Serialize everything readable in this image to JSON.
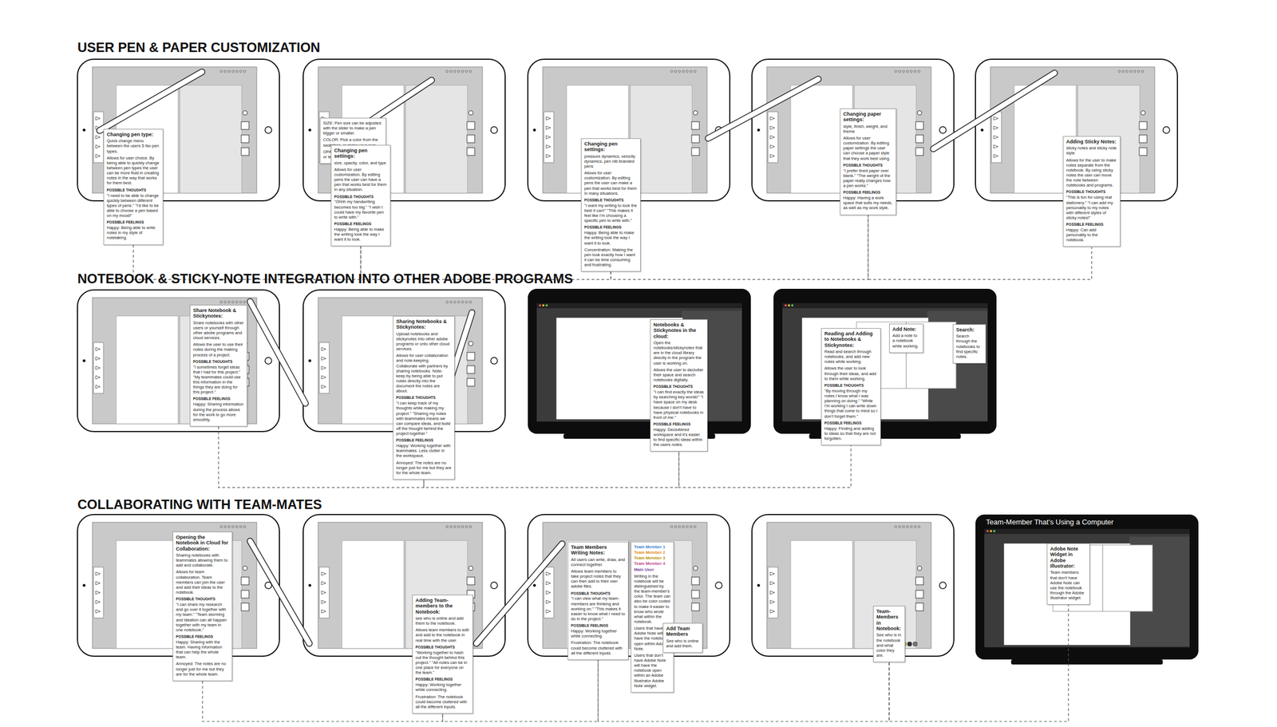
{
  "diagram": {
    "nodes": [
      {
        "text": [
          "Changing pen type:",
          "Quick change menu between the users 5 fav pen types.",
          "Allows for user choice. By being able to quickly change between pen types the user can be more fluid in creating notes in the way that works for them best.",
          "POSSIBLE THOUGHTS",
          "\"I need to be able to change quickly between different types of pens.\" \"I'd like to be able to choose a pen based on my mood!\"",
          "POSSIBLE FEELINGS",
          "Happy: Being able to write notes in my style of notetaking."
        ]
      },
      {
        "text": [
          "SIZE: Pen size can be adjusted with the slider to make a pen bigger or smaller.",
          "COLOR: Pick a color from the swatches, or make your own.",
          "OPACITY: Make the pen more or less see-through."
        ]
      },
      {
        "text": [
          "Changing pen settings:",
          "size, opacity, color, and type",
          "Allows for user customization. By editing pens the user can have a pen that works best for them in any situation.",
          "POSSIBLE THOUGHTS",
          "\"Ohhh my handwriting becomes too big.\" \"I wish I could have my favorite pen to write with.\"",
          "POSSIBLE FEELINGS",
          "Happy: Being able to make the writing look the way I want it to look."
        ]
      },
      {
        "text": [
          "Changing pen settings:",
          "pressure dynamics, velocity dynamics, pen nib branded pens",
          "Allows for user customization. By editing pens the user can make a pen that works best for them in many situations.",
          "POSSIBLE THOUGHTS",
          "\"I want my writing to look the best it can!\" \"This makes it feel like I'm choosing a specific pen to write with.\"",
          "POSSIBLE FEELINGS",
          "Happy: Being able to make the writing look the way I want it to look.",
          "Concentration: Making the pen look exactly how I want it can be time consuming and frustrating."
        ]
      },
      {
        "text": [
          "Changing paper settings:",
          "style, finish, weight, and theme",
          "Allows for user customization. By editing paper settings the user can choose a paper style that they work best using.",
          "POSSIBLE THOUGHTS",
          "\"I prefer lined paper over blank.\" \"The weight of the paper really changes how a pen works.\"",
          "POSSIBLE FEELINGS",
          "Happy: Having a work space that suits my needs, as well as my work style."
        ]
      },
      {
        "text": [
          "Adding Sticky Notes:",
          "sticky notes and sticky note style",
          "Allows for the user to make notes separate from the notebook. By using sticky notes the user can move the note between notebooks and programs.",
          "POSSIBLE THOUGHTS",
          "\"This is fun for using real stationery.\" \"I can add my personality to my notes with different styles of sticky notes!\"",
          "POSSIBLE FEELINGS",
          "Happy: Can add personality to the notebook."
        ]
      },
      {
        "text": [
          "Share Notebook & Stickynotes:",
          "Share notebooks with other users or yourself through other adobe programs and cloud services.",
          "Allows the user to use their notes during the making process of a project.",
          "POSSIBLE THOUGHTS",
          "\"I sometimes forget ideas that I had for this project.\" \"My teammates could use this information in the things they are doing for this project.\"",
          "POSSIBLE FEELINGS",
          "Happy: Sharing information during the process allows for the work to go more smoothly."
        ]
      },
      {
        "text": [
          "Sharing Notebooks & Stickynotes:",
          "Upload notebooks and stickynotes into other adobe programs or onto other cloud services.",
          "Allows for user collaboration and note-keeping. Collaborate with partners by sharing notebooks. Note-keep by being able to put notes directly into the document the notes are about.",
          "POSSIBLE THOUGHTS",
          "\"I can keep track of my thoughts while making my project.\" \"Sharing my notes with teammates means we can compare ideas, and build off the thought behind the project together.\"",
          "POSSIBLE FEELINGS",
          "Happy: Working together with teammates. Less clutter in the workspace.",
          "Annoyed: The notes are no longer just for me but they are for the whole team."
        ]
      },
      {
        "text": [
          "Notebooks & Stickynotes in the cloud:",
          "Open the notebooks/stickynotes that are in the cloud library directly in the program the user is working on.",
          "Allows the user to declutter their space and search notebooks digitally.",
          "POSSIBLE THOUGHTS",
          "\"I can find exactly the ideas by searching key words!\" \"I have space on my desk because I don't have to have physical notebooks in front of me.\"",
          "POSSIBLE FEELINGS",
          "Happy: Decluttered workspace and it's easier to find specific ideas within the users notes."
        ]
      },
      {
        "text": [
          "Reading and Adding to Notebooks & Stickynotes:",
          "Read and search through notebooks, and add new notes while working.",
          "Allows the user to look through their ideas, and add to them while working.",
          "POSSIBLE THOUGHTS",
          "\"By moving through my notes I know what I was planning on doing.\" \"While I'm working I can write down things that come to mind so I don't forget them.\"",
          "POSSIBLE FEELINGS",
          "Happy: Finding and adding to ideas so that they are not forgotten."
        ]
      },
      {
        "text": [
          "Add Note:",
          "Add a note to a notebook while working."
        ]
      },
      {
        "text": [
          "Search:",
          "Search through the notebooks to find specific notes."
        ]
      },
      {
        "text": [
          "Opening the Notebook in Cloud for Collaboration:",
          "Sharing notebooks with teammates allowing them to add and collaborate.",
          "Allows for team collaboration. Team members can join the user and add their ideas to the notebook.",
          "POSSIBLE THOUGHTS",
          "\"I can share my research and go over it together with my team.\" \"Team storming and ideation can all happen together with my team in one notebook.\"",
          "POSSIBLE FEELINGS",
          "Happy: Sharing with the team. Having information that can help the whole team.",
          "Annoyed: The notes are no longer just for me but they are for the whole team."
        ]
      },
      {
        "text": [
          "Adding Team-members to the Notebook:",
          "see who is online and add them to the notebook.",
          "Allows team members to edit and add to the notebook in real time with the user.",
          "POSSIBLE THOUGHTS",
          "\"Working together to hash out the thought behind this project.\" \"All notes can be in one place for everyone on the team.\"",
          "POSSIBLE FEELINGS",
          "Happy: Working together while connecting.",
          "Frustration: The notebook could become cluttered with all the different inputs."
        ]
      },
      {
        "text": [
          "Team Members Writing Notes:",
          "All users can write, draw, and connect together.",
          "Allows team members to take project notes that they can then add to their own adobe files.",
          "POSSIBLE THOUGHTS",
          "\"I can view what my team-members are thinking and working on.\" \"This makes it easier to know what I need to do in the project.\"",
          "POSSIBLE FEELINGS",
          "Happy: Working together while connecting.",
          "Frustration: The notebook could become cluttered with all the different inputs."
        ]
      },
      {
        "text": [
          "Team Member 1",
          "Team Member 2",
          "Team Member 3",
          "Team Member 4",
          "Main User",
          "Writing in the notebook will be distinguished by the team-member's color. The team can also be color coded to make it easier to know who wrote what within the notebook.",
          "Users that have Adobe Note will have the notebook open within Adobe Note.",
          "Users that don't have Adobe Note will have the notebook open within an Adobe Illustrator Adobe Note widget."
        ]
      },
      {
        "text": [
          "Add Team Members",
          "See who is online and add them."
        ]
      },
      {
        "text": [
          "Team-Members in Notebook:",
          "See who is in the notebook and what color they are."
        ]
      },
      {
        "text": [
          "Adobe Note Widget in Adobe Illustrator:",
          "Team members that don't have Adobe Note can use the notebook through the Adobe Illustrator widget."
        ]
      }
    ],
    "edges": [
      {
        "from": 0,
        "to": 2,
        "arrow": "none"
      },
      {
        "from": 2,
        "to": 3,
        "arrow": "none"
      },
      {
        "from": 3,
        "to": 4,
        "arrow": "none"
      },
      {
        "from": 4,
        "to": 5,
        "arrow": "none"
      },
      {
        "from": 6,
        "to": 7,
        "arrow": "none"
      },
      {
        "from": 7,
        "to": 8,
        "arrow": "none"
      },
      {
        "from": 8,
        "to": 9,
        "arrow": "none"
      },
      {
        "from": 12,
        "to": 13,
        "arrow": "none"
      },
      {
        "from": 13,
        "to": 14,
        "arrow": "none"
      },
      {
        "from": 14,
        "to": 17,
        "arrow": "none"
      },
      {
        "from": 17,
        "to": 18,
        "arrow": "none"
      }
    ],
    "labels": [
      "USER PEN & PAPER CUSTOMIZATION",
      "NOTEBOOK & STICKY-NOTE INTEGRATION INTO OTHER ADOBE PROGRAMS",
      "COLLABORATING WITH TEAM-MATES",
      "Team-Member That's Using a Computer"
    ]
  }
}
